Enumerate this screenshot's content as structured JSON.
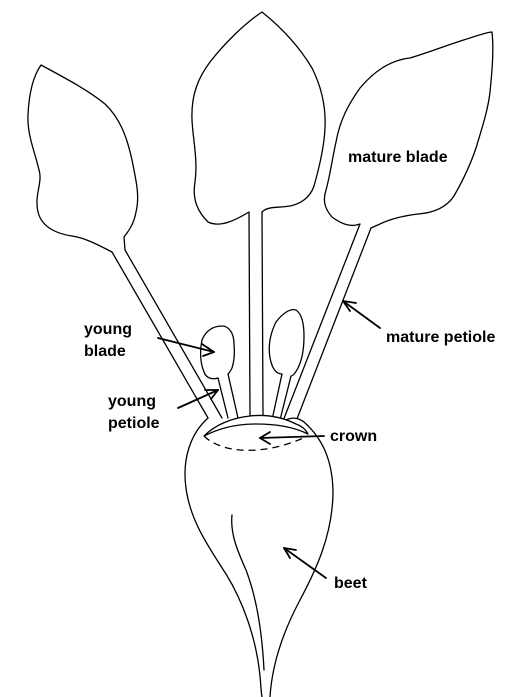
{
  "labels": {
    "mature_blade": "mature blade",
    "mature_petiole": "mature petiole",
    "young_blade_line1": "young",
    "young_blade_line2": "blade",
    "young_petiole_line1": "young",
    "young_petiole_line2": "petiole",
    "crown": "crown",
    "beet": "beet"
  },
  "colors": {
    "line": "#000000",
    "background": "#ffffff"
  }
}
